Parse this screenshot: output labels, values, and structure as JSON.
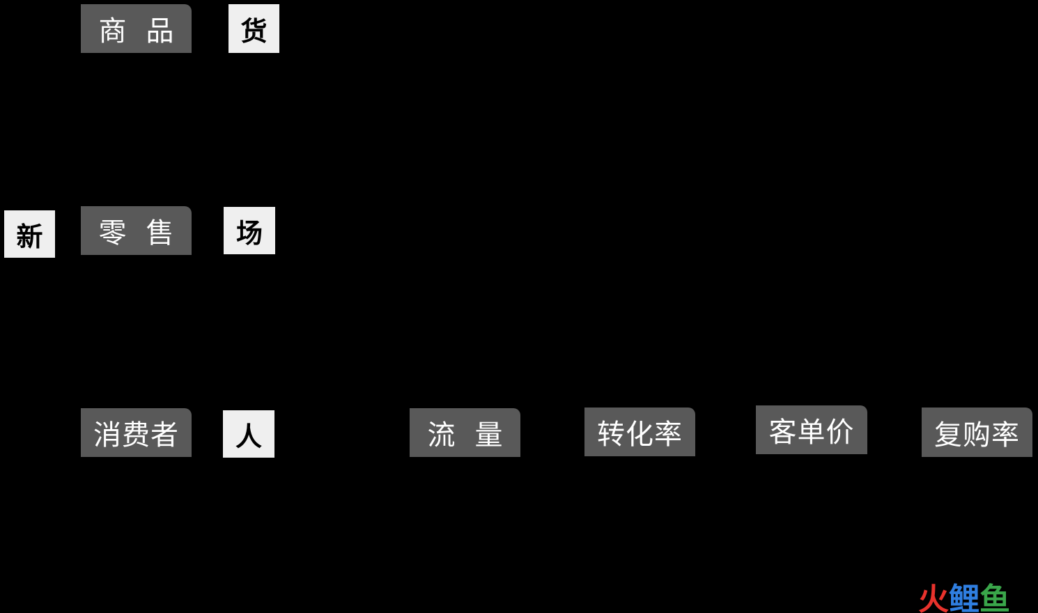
{
  "nodes": {
    "goods_box": "货",
    "commodity": "商品",
    "new_box": "新",
    "retail": "零售",
    "place_box": "场",
    "consumer": "消费者",
    "people_box": "人",
    "traffic": "流量",
    "conversion": "转化率",
    "unit_price": "客单价",
    "repurchase": "复购率"
  },
  "logo": {
    "char1": "火",
    "char2": "鲤",
    "char3": "鱼",
    "color1": "#e8322c",
    "color2": "#2f7ee0",
    "color3": "#3aa64a"
  },
  "colors": {
    "background": "#000000",
    "dark_box": "#595959",
    "light_box": "#efefef"
  }
}
